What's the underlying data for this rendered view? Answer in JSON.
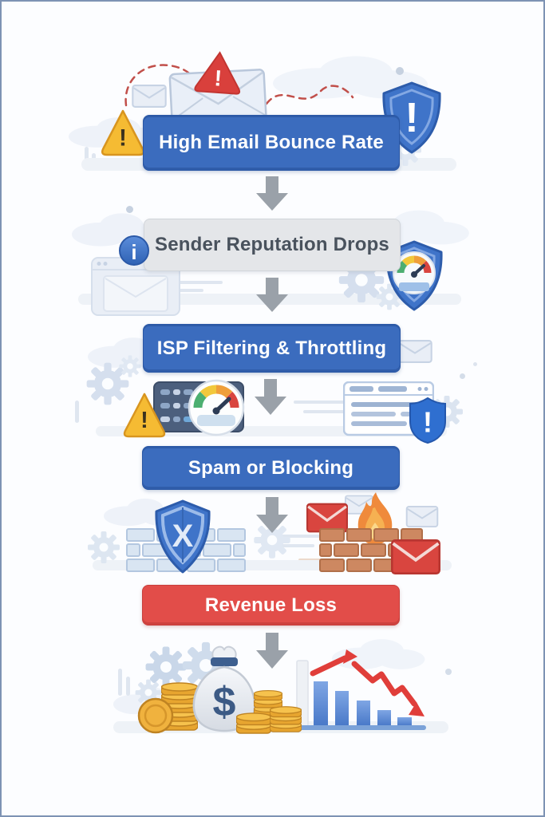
{
  "flow": {
    "steps": [
      {
        "id": "high-email-bounce-rate",
        "label": "High Email Bounce Rate",
        "variant": "blue"
      },
      {
        "id": "sender-reputation-drops",
        "label": "Sender Reputation Drops",
        "variant": "gray"
      },
      {
        "id": "isp-filtering-throttling",
        "label": "ISP Filtering & Throttling",
        "variant": "blue"
      },
      {
        "id": "spam-or-blocking",
        "label": "Spam or Blocking",
        "variant": "blue"
      },
      {
        "id": "revenue-loss",
        "label": "Revenue Loss",
        "variant": "red"
      }
    ],
    "connector": "down-arrow"
  },
  "glyphs": {
    "alert_exclamation": "!",
    "info_i": "i",
    "block_x": "X",
    "dollar": "$"
  },
  "icons": [
    "envelope-icon",
    "alert-envelope-icon",
    "warning-triangle-icon",
    "shield-alert-icon",
    "info-icon",
    "reputation-gauge-shield-icon",
    "server-rack-icon",
    "speed-gauge-icon",
    "browser-window-icon",
    "shield-badge-alert-icon",
    "shield-block-icon",
    "brick-wall-icon",
    "fire-icon",
    "spam-envelope-icon",
    "money-bag-icon",
    "coin-stack-icon",
    "declining-bar-chart-icon",
    "down-arrow-icon",
    "gear-icon",
    "cloud-icon"
  ],
  "colors": {
    "frame_border": "#7e93b4",
    "background": "#fcfdff",
    "banner_blue": "#3b6cbe",
    "banner_gray": "#e4e6e9",
    "banner_red": "#e24d49",
    "banner_text_light": "#ffffff",
    "banner_text_dark": "#49525d",
    "arrow_gray": "#9aa1a9",
    "warning_yellow": "#f5bb33",
    "alert_red": "#d9453f",
    "shield_blue": "#3f74c9",
    "brick_blue": "#d9e5f2",
    "brick_orange": "#cd8861",
    "flame_orange": "#ef8a3c",
    "coin_gold": "#eead35",
    "bar_blue": "#5b8ad5",
    "decline_red": "#e03e3a"
  },
  "revenue_chart": {
    "type": "bar",
    "bars_relative_height": [
      54,
      42,
      30,
      19,
      10
    ],
    "trend": "declining",
    "trend_arrow_color": "#e03e3a"
  }
}
